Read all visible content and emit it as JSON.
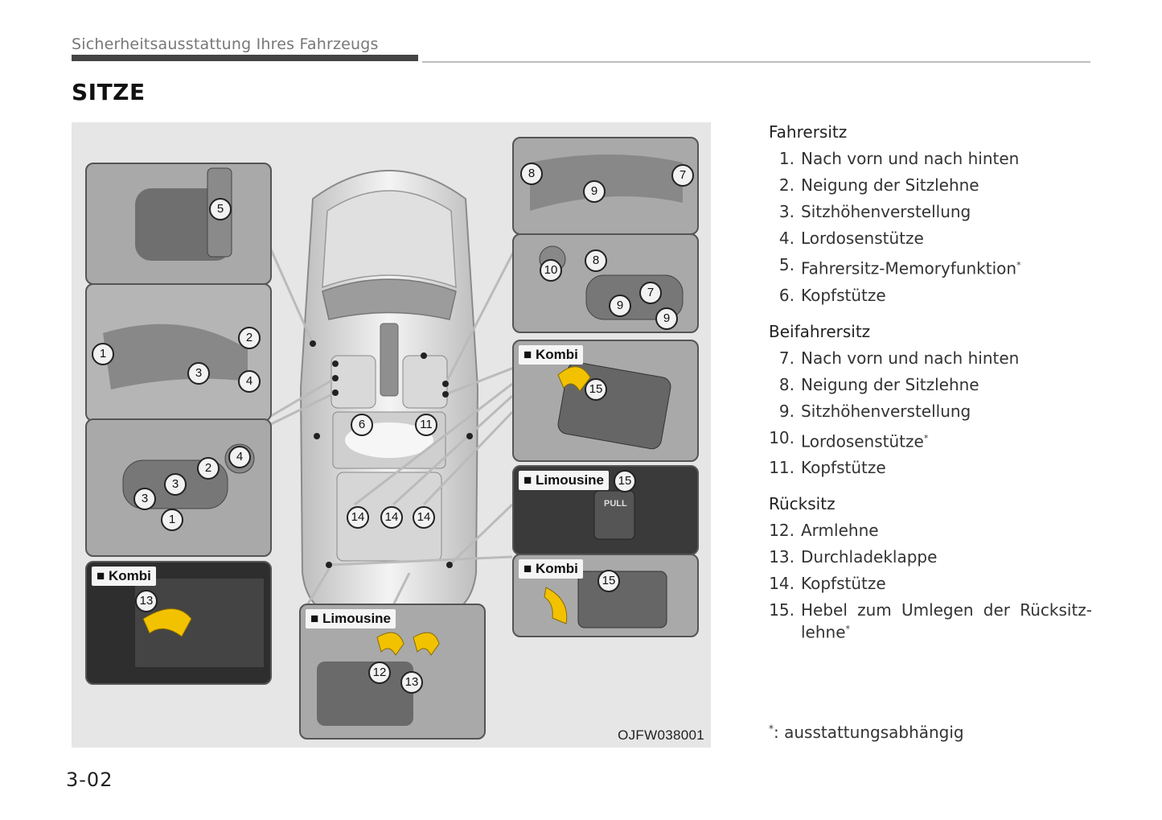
{
  "header": {
    "breadcrumb": "Sicherheitsausstattung Ihres Fahrzeugs"
  },
  "page_title": "SITZE",
  "figure": {
    "code": "OJFW038001",
    "tags": {
      "kombi": "Kombi",
      "limousine": "Limousine"
    },
    "callouts": {
      "n1": "1",
      "n2": "2",
      "n3": "3",
      "n4": "4",
      "n5": "5",
      "n6": "6",
      "n7": "7",
      "n8": "8",
      "n9": "9",
      "n10": "10",
      "n11": "11",
      "n12": "12",
      "n13": "13",
      "n14": "14",
      "n15": "15"
    },
    "pull_label": "PULL"
  },
  "sections": [
    {
      "title": "Fahrersitz",
      "items": [
        {
          "num": "1.",
          "text": "Nach vorn und nach hinten"
        },
        {
          "num": "2.",
          "text": "Neigung der Sitzlehne"
        },
        {
          "num": "3.",
          "text": "Sitzhöhenverstellung"
        },
        {
          "num": "4.",
          "text": "Lordosenstütze"
        },
        {
          "num": "5.",
          "text": "Fahrersitz-Memoryfunktion",
          "mark": "*"
        },
        {
          "num": "6.",
          "text": "Kopfstütze"
        }
      ]
    },
    {
      "title": "Beifahrersitz",
      "items": [
        {
          "num": "7.",
          "text": "Nach vorn und nach hinten"
        },
        {
          "num": "8.",
          "text": "Neigung der Sitzlehne"
        },
        {
          "num": "9.",
          "text": "Sitzhöhenverstellung"
        },
        {
          "num": "10.",
          "text": "Lordosenstütze",
          "mark": "*"
        },
        {
          "num": "11.",
          "text": "Kopfstütze"
        }
      ]
    },
    {
      "title": "Rücksitz",
      "items": [
        {
          "num": "12.",
          "text": "Armlehne"
        },
        {
          "num": "13.",
          "text": "Durchladeklappe"
        },
        {
          "num": "14.",
          "text": "Kopfstütze"
        },
        {
          "num": "15.",
          "text": "Hebel zum Umlegen der Rücksitz-lehne",
          "mark": "*"
        }
      ]
    }
  ],
  "footnote": {
    "mark": "*",
    "text": ": ausstattungsabhängig"
  },
  "page_number": "3-02",
  "colors": {
    "header_bar": "#444444",
    "figure_bg": "#e6e6e6",
    "arrow": "#f2c200"
  }
}
